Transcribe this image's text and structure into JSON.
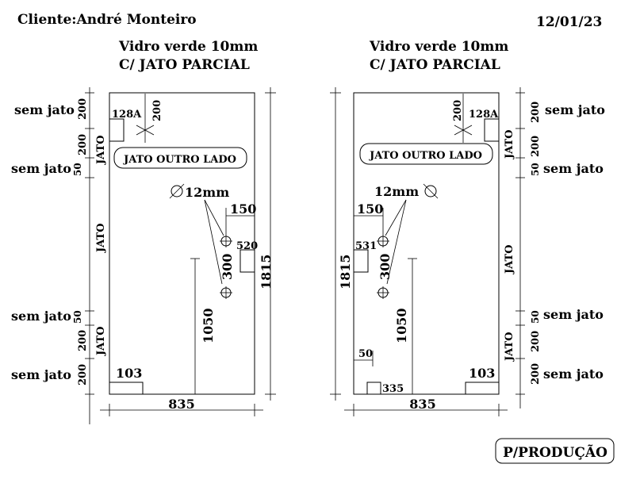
{
  "header": {
    "client": "Cliente:André Monteiro",
    "date": "12/01/23"
  },
  "footer": {
    "stamp": "P/PRODUÇÃO"
  },
  "panels": [
    {
      "material": "Vidro verde 10mm",
      "finish": "C/ JATO PARCIAL",
      "width": "835",
      "height": "1815",
      "outside_label": "JATO OUTRO LADO",
      "hole_label": "12mm",
      "hole_spacing": "300",
      "hole_offset": "150",
      "hole_height": "1050",
      "corner_notch": "128A",
      "corner_notch_depth": "200",
      "side_notch": "520",
      "bottom_notch": "103",
      "side_labels": [
        {
          "label": "sem jato",
          "dim": "200"
        },
        {
          "label": "JATO",
          "dim": "200"
        },
        {
          "label": "sem jato",
          "dim": "50"
        },
        {
          "label": "JATO",
          "dim": ""
        },
        {
          "label": "sem jato",
          "dim": "50"
        },
        {
          "label": "JATO",
          "dim": "200"
        },
        {
          "label": "sem jato",
          "dim": "200"
        }
      ]
    },
    {
      "material": "Vidro verde 10mm",
      "finish": "C/ JATO PARCIAL",
      "width": "835",
      "height": "1815",
      "outside_label": "JATO OUTRO LADO",
      "hole_label": "12mm",
      "hole_spacing": "300",
      "hole_offset": "150",
      "hole_height": "1050",
      "corner_notch": "128A",
      "corner_notch_depth": "200",
      "side_notch": "531",
      "bottom_notch": "103",
      "lock_notch": "335",
      "lock_offset": "50",
      "side_labels": [
        {
          "label": "sem jato",
          "dim": "200"
        },
        {
          "label": "JATO",
          "dim": "200"
        },
        {
          "label": "sem jato",
          "dim": "50"
        },
        {
          "label": "JATO",
          "dim": ""
        },
        {
          "label": "sem jato",
          "dim": "50"
        },
        {
          "label": "JATO",
          "dim": "200"
        },
        {
          "label": "sem jato",
          "dim": "200"
        }
      ]
    }
  ]
}
